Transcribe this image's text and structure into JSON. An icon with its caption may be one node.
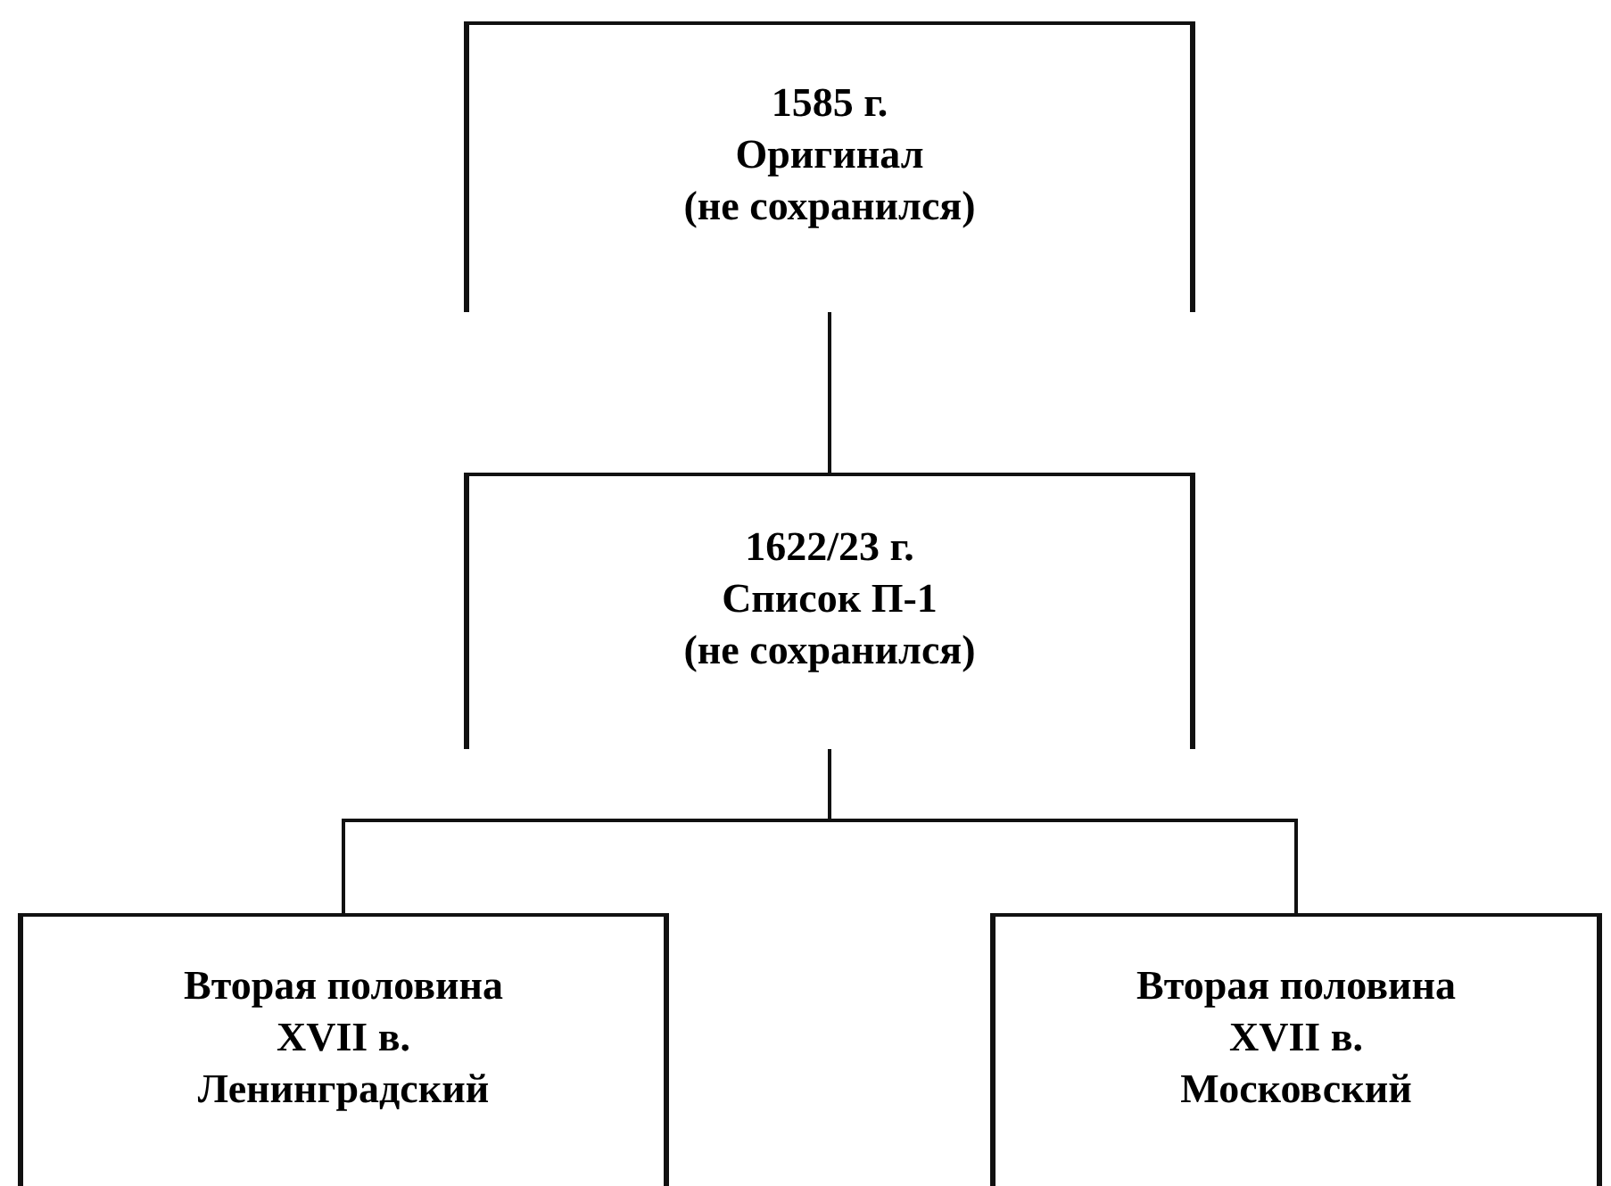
{
  "diagram": {
    "nodes": [
      {
        "text": [
          "1585 г.",
          "Оригинал",
          "(не сохранился)"
        ]
      },
      {
        "text": [
          "1622/23 г.",
          "Список П-1",
          "(не сохранился)"
        ]
      },
      {
        "text": [
          "Вторая половина",
          "XVII в.",
          "Ленинградский"
        ]
      },
      {
        "text": [
          "Вторая половина",
          "XVII в.",
          "Московский"
        ]
      }
    ],
    "edges": [
      {
        "from": 0,
        "to": 1,
        "arrow": "none"
      },
      {
        "from": 1,
        "to": 2,
        "arrow": "none"
      },
      {
        "from": 1,
        "to": 3,
        "arrow": "none"
      }
    ]
  }
}
